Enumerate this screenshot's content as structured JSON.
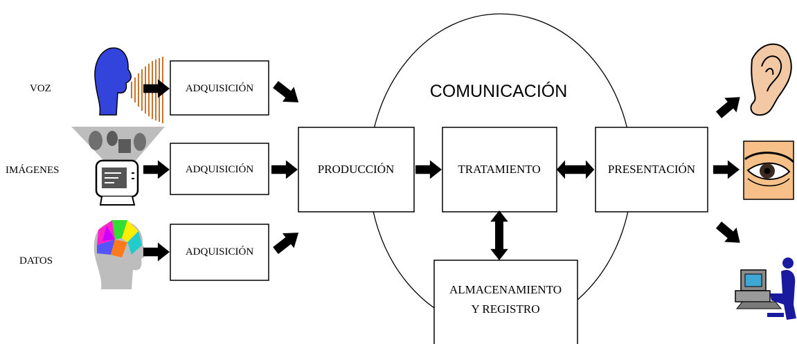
{
  "inputs": {
    "voz": "VOZ",
    "imagenes": "IMÁGENES",
    "datos": "DATOS"
  },
  "boxes": {
    "adquisicion_1": "ADQUISICIÓN",
    "adquisicion_2": "ADQUISICIÓN",
    "adquisicion_3": "ADQUISICIÓN",
    "produccion": "PRODUCCIÓN",
    "tratamiento": "TRATAMIENTO",
    "presentacion": "PRESENTACIÓN",
    "almacenamiento_line1": "ALMACENAMIENTO",
    "almacenamiento_line2": "Y REGISTRO"
  },
  "circle_label": "COMUNICACIÓN",
  "icons": {
    "voice": "speaking-head-icon",
    "images": "monitor-people-icon",
    "data": "colorful-brain-head-icon",
    "ear": "ear-icon",
    "eye": "eye-icon",
    "computer_user": "computer-user-icon"
  },
  "colors": {
    "voice_head": "#3344dd",
    "sound_waves": "#c8742a",
    "eye_bg": "#f7c088",
    "ear": "#f3c8a4",
    "user_blue": "#1a1aa0",
    "computer_gray": "#8a8a8a"
  }
}
